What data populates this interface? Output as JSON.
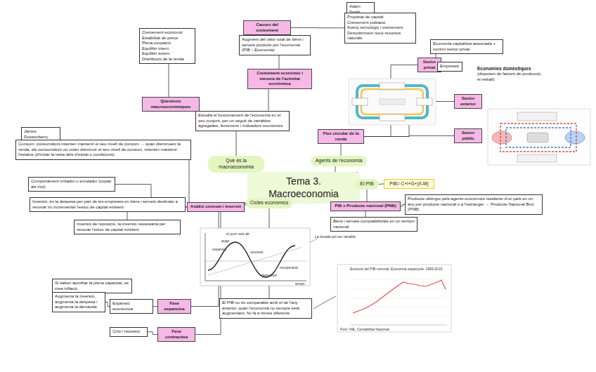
{
  "diagram": {
    "nodes": [
      {
        "text": [
          "Tema 3. Macroeconomia"
        ]
      },
      {
        "text": [
          "Creixement econòmic",
          "Estabilitat de preus",
          "Plena ocupació",
          "Equilibri intern",
          "Equilibri extern",
          "Distribució de la renda"
        ]
      },
      {
        "text": [
          "Qüestions macroeconòmiques"
        ]
      },
      {
        "text": [
          "Adam Smith"
        ]
      },
      {
        "text": [
          "Propietat de capital",
          "Creixement població",
          "Avenç tecnològic i creixement",
          "Descobriment nous recursos naturals"
        ]
      },
      {
        "text": [
          "Causes del creixement"
        ]
      },
      {
        "text": [
          "Augment del valor total de béns i serveis produïts per l'economia (PIB ↑ Economia)"
        ]
      },
      {
        "text": [
          "Creixement econòmic i mesura de l'activitat econòmica"
        ]
      },
      {
        "text": [
          "Estudia el funcionament de l'economia en el seu conjunt, per un seguit de variables agregades, fenòmens i indicadors econòmics"
        ]
      },
      {
        "text": [
          "Què és la macroeconomia"
        ]
      },
      {
        "text": [
          "Economia capitalista associada + control sector privat"
        ]
      },
      {
        "text": [
          "Sector privat"
        ]
      },
      {
        "text": [
          "Empreses"
        ]
      },
      {
        "text": [
          "Economies domèstiques",
          "(disposen de factors de producció, el treball)"
        ]
      },
      {
        "text": [
          "Sector exterior"
        ]
      },
      {
        "text": [
          "Flux circular de la renda"
        ]
      },
      {
        "text": [
          "Sector públic"
        ]
      },
      {
        "text": [
          "Agents de l'economia"
        ]
      },
      {
        "text": [
          "James Duesenberry"
        ]
      },
      {
        "text": [
          "Consum: consumidors intenten mantenir el seu nivell de consum → quan disminueix la renda, els consumidors no volen disminuir el seu nivell de consum, intenten mantenir l'estatus (d'imitar la resta dels d'estrat o condicions)"
        ]
      },
      {
        "text": [
          "Comportament imitador o emulador (copiar als rics)"
        ]
      },
      {
        "text": [
          "El PIB"
        ]
      },
      {
        "text": [
          "PIB= C+I+G+(X-M)"
        ]
      },
      {
        "text": [
          "Inversió: és la despesa per part de les empreses en béns i serveis destinats a renovar i/o incrementar l'estoc de capital existent"
        ]
      },
      {
        "text": [
          "Anàlisi consum i inversió"
        ]
      },
      {
        "text": [
          "Cicles econòmics"
        ]
      },
      {
        "text": [
          "PIB o Producte nacional (PNB)"
        ]
      },
      {
        "text": [
          "Producte obtingut pels agents econòmics residents d'un país en un any per producte nacional o a l'estranger → Producte Nacional Brut (PNB)"
        ]
      },
      {
        "text": [
          "Inversió de reposició, la inversió necessària per renovar l'estoc de capital existent"
        ]
      },
      {
        "text": [
          "Béns i serveis comptabilitzats en un territori nacional"
        ]
      },
      {
        "text": [
          "Si saben aprofitar la plena capacitat, es crea inflació"
        ]
      },
      {
        "text": [
          "Augmenta la inversió, augmenta la despesa i augmenta la demanda"
        ]
      },
      {
        "text": [
          "Expansió econòmica"
        ]
      },
      {
        "text": [
          "Fase expansiva"
        ]
      },
      {
        "text": [
          "El PIB no és comparable amb el de l'any anterior, quan l'economia no sempre està augmentant, ho fa a ritmes diferents"
        ]
      },
      {
        "text": [
          "Crisi i recessió"
        ]
      },
      {
        "text": [
          "Fase contractiva"
        ]
      }
    ],
    "edges": [
      {
        "from": 0,
        "to": 9,
        "arrow": "none"
      },
      {
        "from": 0,
        "to": 17,
        "arrow": "none"
      },
      {
        "from": 0,
        "to": 21,
        "arrow": "none"
      },
      {
        "from": 0,
        "to": 25,
        "arrow": "none"
      },
      {
        "from": 25,
        "to": 24,
        "arrow": "none"
      },
      {
        "from": 9,
        "to": 8,
        "arrow": "none"
      },
      {
        "from": 8,
        "to": 2,
        "arrow": "none"
      },
      {
        "from": 2,
        "to": 1,
        "arrow": "none"
      },
      {
        "from": 8,
        "to": 7,
        "arrow": "none"
      },
      {
        "from": 7,
        "to": 6,
        "arrow": "none"
      },
      {
        "from": 6,
        "to": 5,
        "arrow": "none"
      },
      {
        "from": 5,
        "to": 4,
        "arrow": "none"
      },
      {
        "from": 4,
        "to": 3,
        "arrow": "none"
      },
      {
        "from": 17,
        "to": 15,
        "arrow": "none"
      },
      {
        "from": 15,
        "to": 11,
        "arrow": "none"
      },
      {
        "from": 15,
        "to": 14,
        "arrow": "none"
      },
      {
        "from": 15,
        "to": 16,
        "arrow": "none"
      },
      {
        "from": 11,
        "to": 10,
        "arrow": "none"
      },
      {
        "from": 11,
        "to": 12,
        "arrow": "none"
      },
      {
        "from": 24,
        "to": 19,
        "arrow": "none"
      },
      {
        "from": 19,
        "to": 18,
        "arrow": "none"
      },
      {
        "from": 24,
        "to": 20,
        "arrow": "none"
      },
      {
        "from": 24,
        "to": 23,
        "arrow": "none"
      },
      {
        "from": 23,
        "to": 28,
        "arrow": "none"
      },
      {
        "from": 21,
        "to": 22,
        "arrow": "none"
      },
      {
        "from": 21,
        "to": 26,
        "arrow": "none"
      },
      {
        "from": 26,
        "to": 27,
        "arrow": "none"
      },
      {
        "from": 26,
        "to": 29,
        "arrow": "none"
      },
      {
        "from": 25,
        "to": 34,
        "arrow": "none"
      },
      {
        "from": 25,
        "to": 33,
        "arrow": "none"
      },
      {
        "from": 25,
        "to": 36,
        "arrow": "none"
      },
      {
        "from": 33,
        "to": 32,
        "arrow": "none"
      },
      {
        "from": 32,
        "to": 31,
        "arrow": "none"
      },
      {
        "from": 31,
        "to": 30,
        "arrow": "none"
      },
      {
        "from": 36,
        "to": 35,
        "arrow": "none"
      }
    ],
    "labels": [
      "el punt més alt",
      "expansió",
      "auge",
      "recessió",
      "depressió",
      "recuperació",
      "temps",
      "La durada pot ser variable",
      "Evolució del PIB nominal. Economia espanyola. 1995-2019",
      "Font: INE. Contabilitat Nacional"
    ]
  }
}
